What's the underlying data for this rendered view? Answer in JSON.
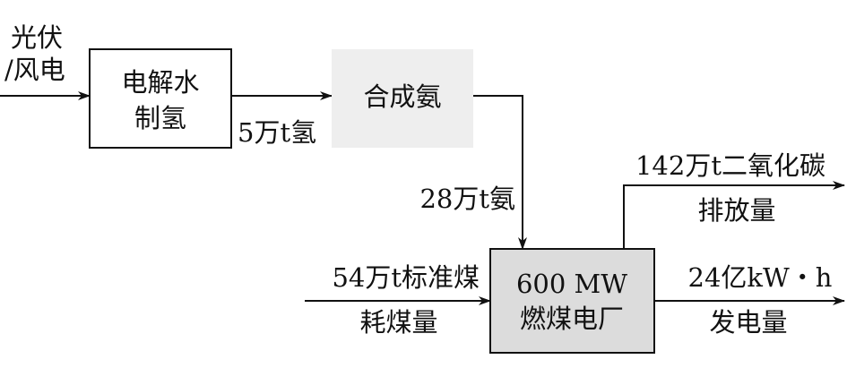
{
  "source": {
    "line1": "光伏",
    "line2": "/风电"
  },
  "electrolysis": {
    "line1": "电解水",
    "line2": "制氢"
  },
  "ammonia_synthesis": {
    "label": "合成氨"
  },
  "power_plant": {
    "line1": "600 MW",
    "line2": "燃煤电厂"
  },
  "flows": {
    "hydrogen": "5万t氢",
    "ammonia": "28万t氨",
    "coal_top": "54万t标准煤",
    "coal_bottom": "耗煤量",
    "co2_top": "142万t二氧化碳",
    "co2_bottom": "排放量",
    "power_top": "24亿kW・h",
    "power_bottom": "发电量"
  },
  "colors": {
    "line": "#111111",
    "ammonia_fill": "#eeeeee",
    "plant_fill": "#dcdcdc"
  }
}
